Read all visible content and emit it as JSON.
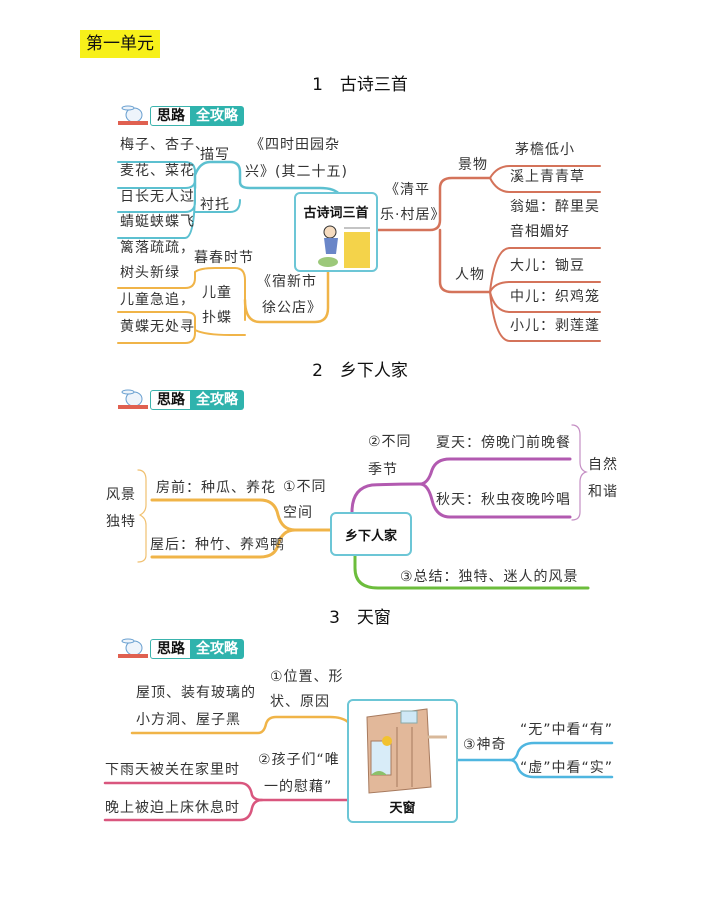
{
  "unit_label": "第一单元",
  "badge": {
    "part1": "思路",
    "part2": "全攻略"
  },
  "lesson1": {
    "title": "1　古诗三首",
    "center": "古诗词三首",
    "poem1": {
      "title_line1": "《四时田园杂",
      "title_line2": "兴》(其二十五)",
      "branch1": "描写",
      "branch1_items": [
        "梅子、杏子、",
        "麦花、菜花"
      ],
      "branch2": "衬托",
      "branch2_items": [
        "日长无人过",
        "蜻蜓蛱蝶飞"
      ]
    },
    "poem2": {
      "title_line1": "《宿新市",
      "title_line2": "徐公店》",
      "branch1": "暮春时节",
      "branch1_items": [
        "篱落疏疏，",
        "树头新绿"
      ],
      "branch2_line1": "儿童",
      "branch2_line2": "扑蝶",
      "branch2_items": [
        "儿童急追，",
        "黄蝶无处寻"
      ]
    },
    "poem3": {
      "title_line1": "《清平",
      "title_line2": "乐·村居》",
      "branch1": "景物",
      "branch1_items": [
        "茅檐低小",
        "溪上青青草"
      ],
      "extra_line1": "翁媪：醉里吴",
      "extra_line2": "音相媚好",
      "branch2": "人物",
      "branch2_items": [
        "大儿：锄豆",
        "中儿：织鸡笼",
        "小儿：剥莲蓬"
      ]
    }
  },
  "lesson2": {
    "title": "2　乡下人家",
    "center": "乡下人家",
    "left_label_line1": "风景",
    "left_label_line2": "独特",
    "branch1_line1": "①不同",
    "branch1_line2": "空间",
    "branch1_items": [
      "房前：种瓜、养花",
      "屋后：种竹、养鸡鸭"
    ],
    "branch2_line1": "②不同",
    "branch2_line2": "季节",
    "branch2_items": [
      "夏天：傍晚门前晚餐",
      "秋天：秋虫夜晚吟唱"
    ],
    "right_label_line1": "自然",
    "right_label_line2": "和谐",
    "branch3": "③总结：独特、迷人的风景"
  },
  "lesson3": {
    "title": "3　天窗",
    "center": "天窗",
    "branch1_line1": "①位置、形",
    "branch1_line2": "状、原因",
    "branch1_items": [
      "屋顶、装有玻璃的",
      "小方洞、屋子黑"
    ],
    "branch2_line1": "②孩子们“唯",
    "branch2_line2": "一的慰藉”",
    "branch2_items": [
      "下雨天被关在家里时",
      "晚上被迫上床休息时"
    ],
    "branch3": "③神奇",
    "branch3_items": [
      "“无”中看“有”",
      "“虚”中看“实”"
    ]
  },
  "colors": {
    "cyan": "#5cc0d0",
    "orange": "#f0b448",
    "red": "#d4735a",
    "purple": "#b25ab0",
    "green": "#6cbd3c",
    "pink": "#d9567e",
    "blue": "#4fb6e0"
  }
}
